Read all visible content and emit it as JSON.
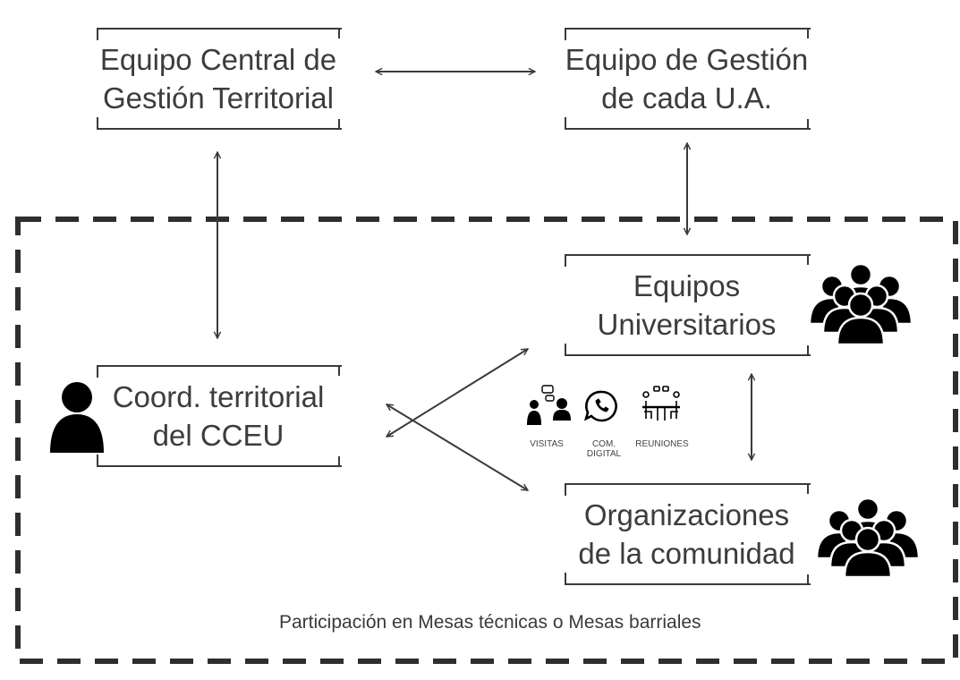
{
  "nodes": {
    "central_team": {
      "line1": "Equipo Central de",
      "line2": "Gestión Territorial"
    },
    "ua_team": {
      "line1": "Equipo de Gestión",
      "line2": "de cada U.A."
    },
    "university_teams": {
      "line1": "Equipos",
      "line2": "Universitarios"
    },
    "coordinator": {
      "line1": "Coord.  territorial",
      "line2": "del CCEU"
    },
    "community_orgs": {
      "line1": "Organizaciones",
      "line2": "de la comunidad"
    }
  },
  "channels": {
    "visits": "VISITAS",
    "digital_line1": "COM.",
    "digital_line2": "DIGITAL",
    "meetings": "REUNIONES"
  },
  "footer": {
    "label": "Participación en Mesas técnicas o Mesas barriales"
  },
  "colors": {
    "line": "#3a3a3a",
    "dashed_border": "#2e2e2e",
    "icon": "#000000"
  }
}
